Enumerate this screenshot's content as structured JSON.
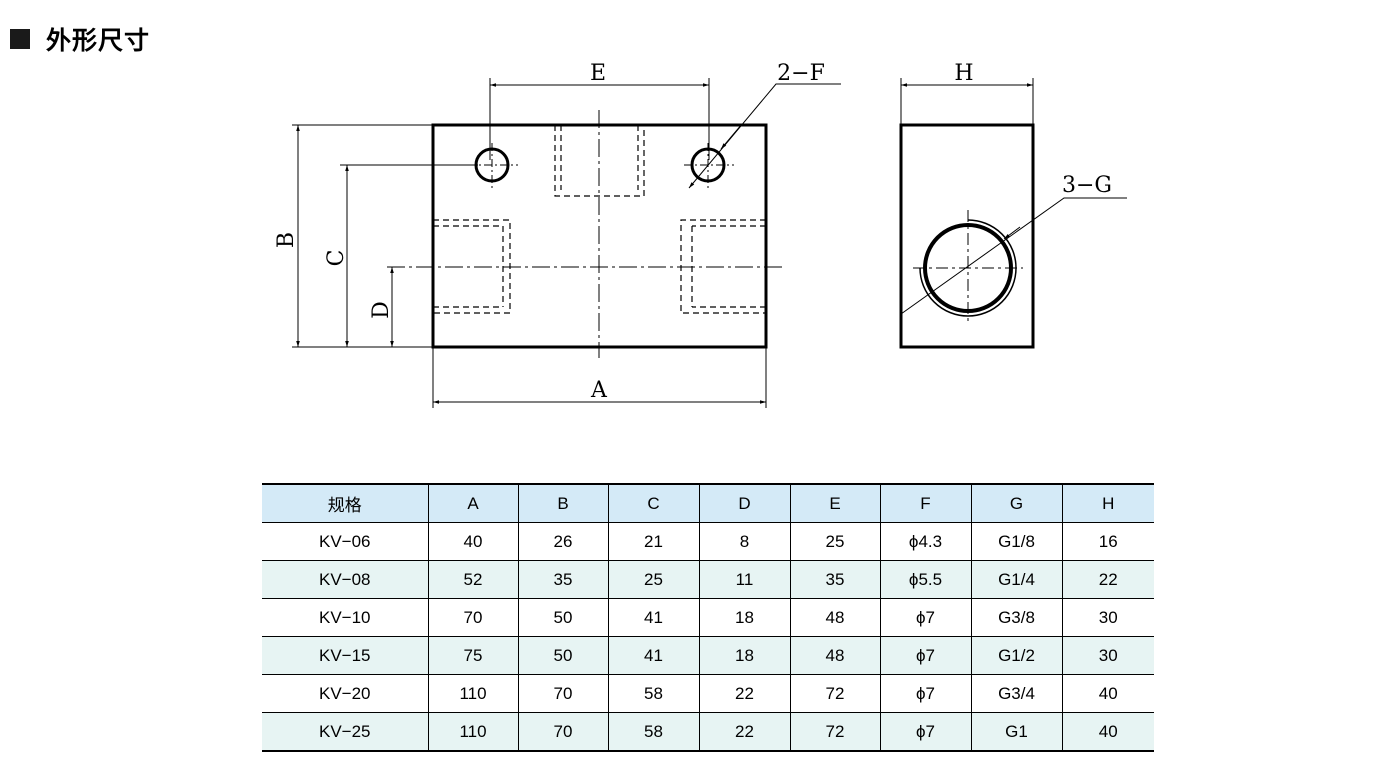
{
  "heading": {
    "title": "外形尺寸"
  },
  "drawing": {
    "labels": {
      "A": "A",
      "B": "B",
      "C": "C",
      "D": "D",
      "E": "E",
      "F": "2−F",
      "H": "H",
      "G": "3−G"
    }
  },
  "table": {
    "headers": [
      "规格",
      "A",
      "B",
      "C",
      "D",
      "E",
      "F",
      "G",
      "H"
    ],
    "rows": [
      [
        "KV−06",
        "40",
        "26",
        "21",
        "8",
        "25",
        "ϕ4.3",
        "G1/8",
        "16"
      ],
      [
        "KV−08",
        "52",
        "35",
        "25",
        "11",
        "35",
        "ϕ5.5",
        "G1/4",
        "22"
      ],
      [
        "KV−10",
        "70",
        "50",
        "41",
        "18",
        "48",
        "ϕ7",
        "G3/8",
        "30"
      ],
      [
        "KV−15",
        "75",
        "50",
        "41",
        "18",
        "48",
        "ϕ7",
        "G1/2",
        "30"
      ],
      [
        "KV−20",
        "110",
        "70",
        "58",
        "22",
        "72",
        "ϕ7",
        "G3/4",
        "40"
      ],
      [
        "KV−25",
        "110",
        "70",
        "58",
        "22",
        "72",
        "ϕ7",
        "G1",
        "40"
      ]
    ]
  }
}
